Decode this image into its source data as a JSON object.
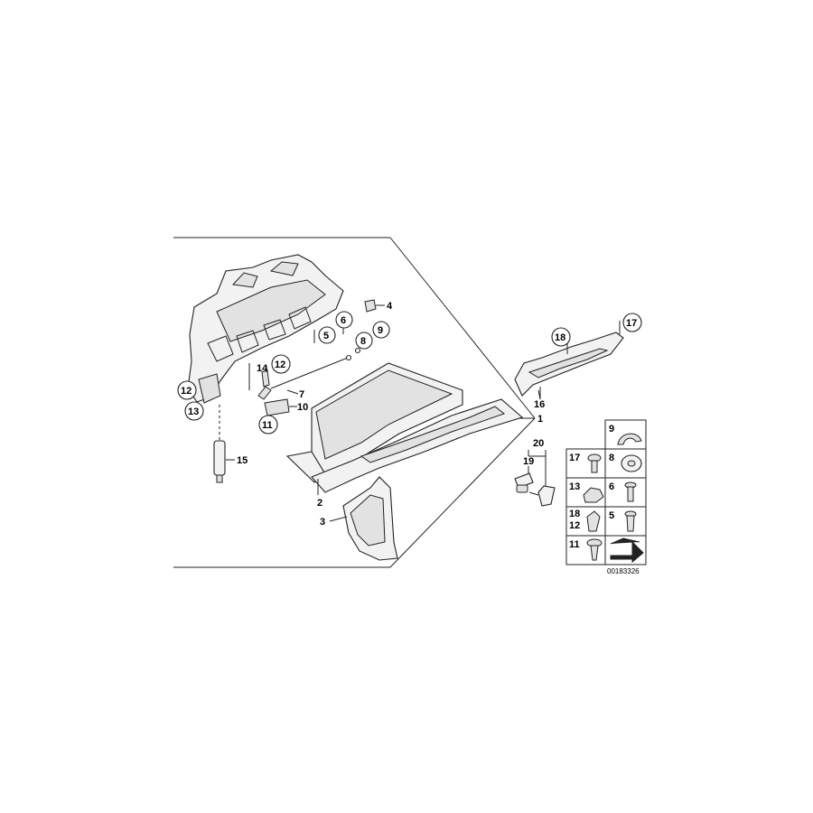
{
  "diagram_id": "00183326",
  "callouts": {
    "c1": "1",
    "c2": "2",
    "c3": "3",
    "c4": "4",
    "c5": "5",
    "c6": "6",
    "c7": "7",
    "c8": "8",
    "c9": "9",
    "c10": "10",
    "c11": "11",
    "c12a": "12",
    "c12b": "12",
    "c13": "13",
    "c14": "14",
    "c15": "15",
    "c16": "16",
    "c17": "17",
    "c18": "18",
    "c19": "19",
    "c20": "20"
  },
  "legend": [
    {
      "id": "9",
      "name": "legend-cell-9"
    },
    {
      "id": "17",
      "name": "legend-cell-17"
    },
    {
      "id": "8",
      "name": "legend-cell-8"
    },
    {
      "id": "13",
      "name": "legend-cell-13"
    },
    {
      "id": "6",
      "name": "legend-cell-6"
    },
    {
      "id": "18",
      "id2": "12",
      "name": "legend-cell-18-12"
    },
    {
      "id": "5",
      "name": "legend-cell-5"
    },
    {
      "id": "11",
      "name": "legend-cell-11"
    }
  ]
}
